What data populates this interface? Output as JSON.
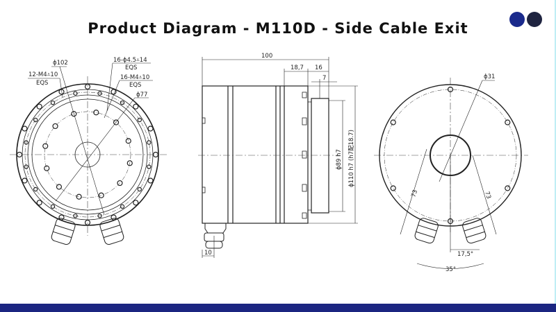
{
  "title": "Product Diagram - M110D - Side Cable Exit",
  "colors": {
    "dot1": "#1a2a8c",
    "dot2": "#1f2440",
    "bottom_bar": "#1b2581"
  },
  "front_view": {
    "dia_outer": "ϕ102",
    "holes_a": "16-ϕ4.5⩡14",
    "holes_a_eqs": "EQS",
    "holes_b": "12-M4⩡10",
    "holes_b_eqs": "EQS",
    "holes_c": "16-M4⩡10",
    "holes_c_eqs": "EQS",
    "dia_inner": "ϕ77"
  },
  "side_view": {
    "length": "100",
    "dim_18_7": "18,7",
    "dim_16": "16",
    "dim_7": "7",
    "dia_89": "ϕ89 h7",
    "dia_110": "ϕ110 h7 (h7配18.7)",
    "gland_offset": "10"
  },
  "back_view": {
    "dia_hole": "ϕ31",
    "radius_left": "73",
    "radius_right": "73",
    "angle_half": "17,5°",
    "angle_full": "35°"
  }
}
